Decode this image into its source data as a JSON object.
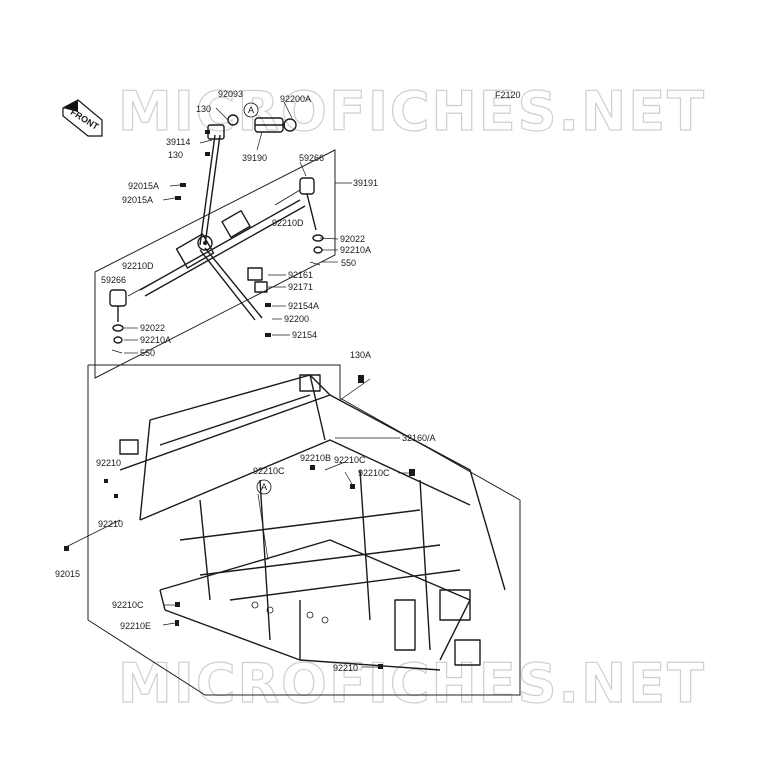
{
  "watermark": "MICROFICHES.NET",
  "figure_code": "F2120",
  "front_label": "FRONT",
  "callout_letter": "A",
  "assembly_label": "32160/A",
  "parts": {
    "p130a": "130",
    "p92093": "92093",
    "p92200a": "92200A",
    "p39114": "39114",
    "p130b": "130",
    "p39190": "39190",
    "p59266a": "59266",
    "p39191": "39191",
    "p92015a_1": "92015A",
    "p92015a_2": "92015A",
    "p92210d_1": "92210D",
    "p92022_1": "92022",
    "p92210a_1": "92210A",
    "p550_1": "550",
    "p92210d_2": "92210D",
    "p59266b": "59266",
    "p92161": "92161",
    "p92171": "92171",
    "p92154a": "92154A",
    "p92200": "92200",
    "p92154": "92154",
    "p92022_2": "92022",
    "p92210a_2": "92210A",
    "p550_2": "550",
    "p130A": "130A",
    "p92210_1": "92210",
    "p92210b": "92210B",
    "p92210c_1": "92210C",
    "p92210c_2": "92210C",
    "p92210c_3": "92210C",
    "p92210_2": "92210",
    "p92015": "92015",
    "p92210c_4": "92210C",
    "p92210e": "92210E",
    "p92210_3": "92210"
  }
}
